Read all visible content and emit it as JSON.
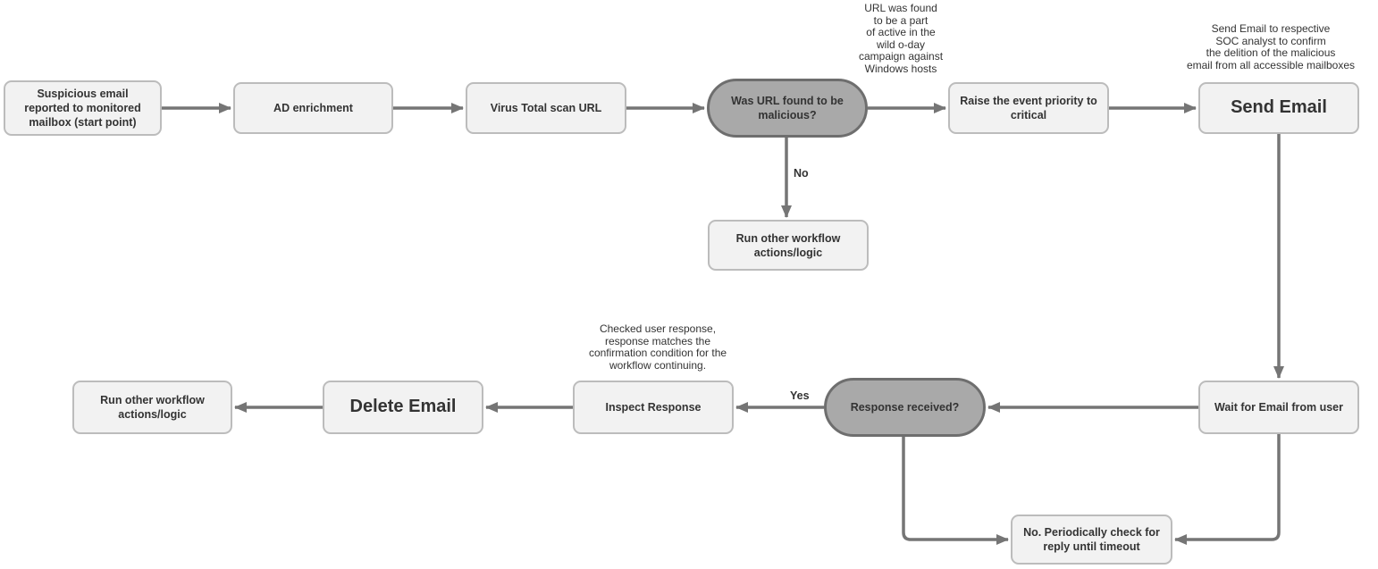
{
  "diagram_type": "flowchart",
  "colors": {
    "background": "#ffffff",
    "process_fill": "#f2f2f2",
    "process_border": "#bcbcbc",
    "decision_fill": "#a9a9a9",
    "decision_border": "#6e6e6e",
    "connector": "#757575",
    "text": "#333333"
  },
  "nodes": {
    "start": {
      "label": "Suspicious email\nreported to monitored\nmailbox (start point)",
      "type": "process"
    },
    "ad_enrichment": {
      "label": "AD enrichment",
      "type": "process"
    },
    "virus_total_scan": {
      "label": "Virus Total scan URL",
      "type": "process"
    },
    "url_malicious_decision": {
      "label": "Was URL found to be\nmalicious?",
      "type": "decision"
    },
    "raise_priority": {
      "label": "Raise the event priority to\ncritical",
      "type": "process"
    },
    "send_email": {
      "label": "Send Email",
      "type": "process"
    },
    "run_other_workflow_top": {
      "label": "Run other workflow\nactions/logic",
      "type": "process"
    },
    "wait_for_email": {
      "label": "Wait for Email from user",
      "type": "process"
    },
    "response_received_decision": {
      "label": "Response received?",
      "type": "decision"
    },
    "inspect_response": {
      "label": "Inspect Response",
      "type": "process"
    },
    "delete_email": {
      "label": "Delete Email",
      "type": "process"
    },
    "run_other_workflow_bottom": {
      "label": "Run other workflow\nactions/logic",
      "type": "process"
    },
    "periodic_check": {
      "label": "No. Periodically check for\nreply until timeout",
      "type": "process"
    }
  },
  "annotations": {
    "zero_day_note": "URL was found\nto be a part\nof active in the\nwild o-day\ncampaign against\nWindows hosts",
    "send_email_note": "Send Email to respective\nSOC analyst to confirm\nthe delition of the malicious\nemail from all accessible mailboxes",
    "inspect_response_note": "Checked user response,\nresponse matches the\nconfirmation condition for the\nworkflow continuing."
  },
  "edge_labels": {
    "no": "No",
    "yes": "Yes"
  }
}
